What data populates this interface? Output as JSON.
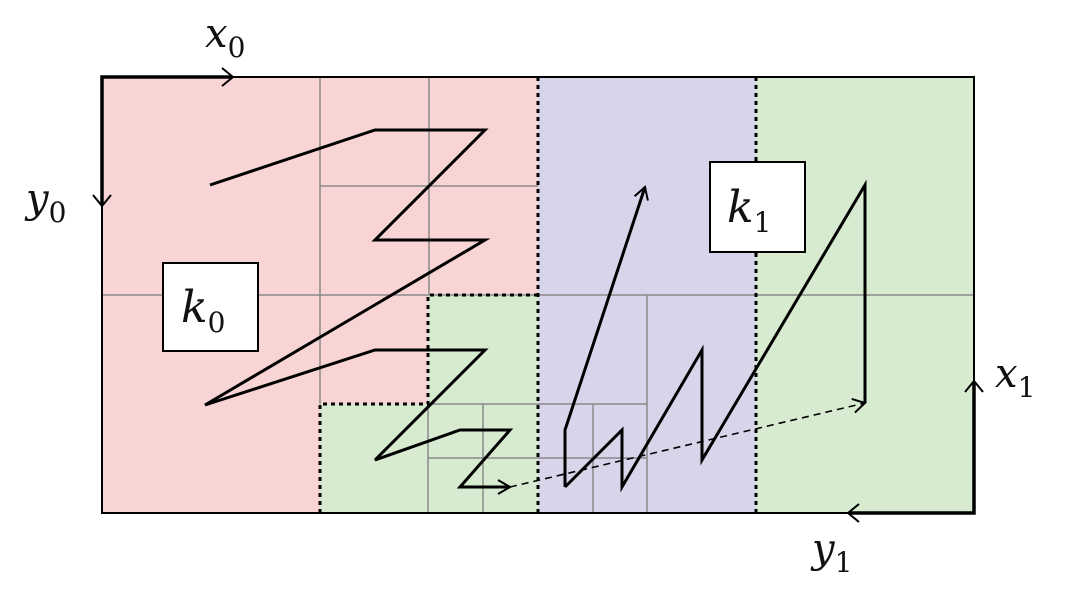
{
  "colors": {
    "region_red": "#f8d4d4",
    "region_green": "#d6ebd0",
    "region_purple": "#d8d5ea",
    "grid_line": "#8a8a8a",
    "stroke": "#000000"
  },
  "labels": {
    "x0": {
      "base": "x",
      "sub": "0"
    },
    "y0": {
      "base": "y",
      "sub": "0"
    },
    "x1": {
      "base": "x",
      "sub": "1"
    },
    "y1": {
      "base": "y",
      "sub": "1"
    },
    "k0": {
      "base": "k",
      "sub": "0"
    },
    "k1": {
      "base": "k",
      "sub": "1"
    }
  }
}
